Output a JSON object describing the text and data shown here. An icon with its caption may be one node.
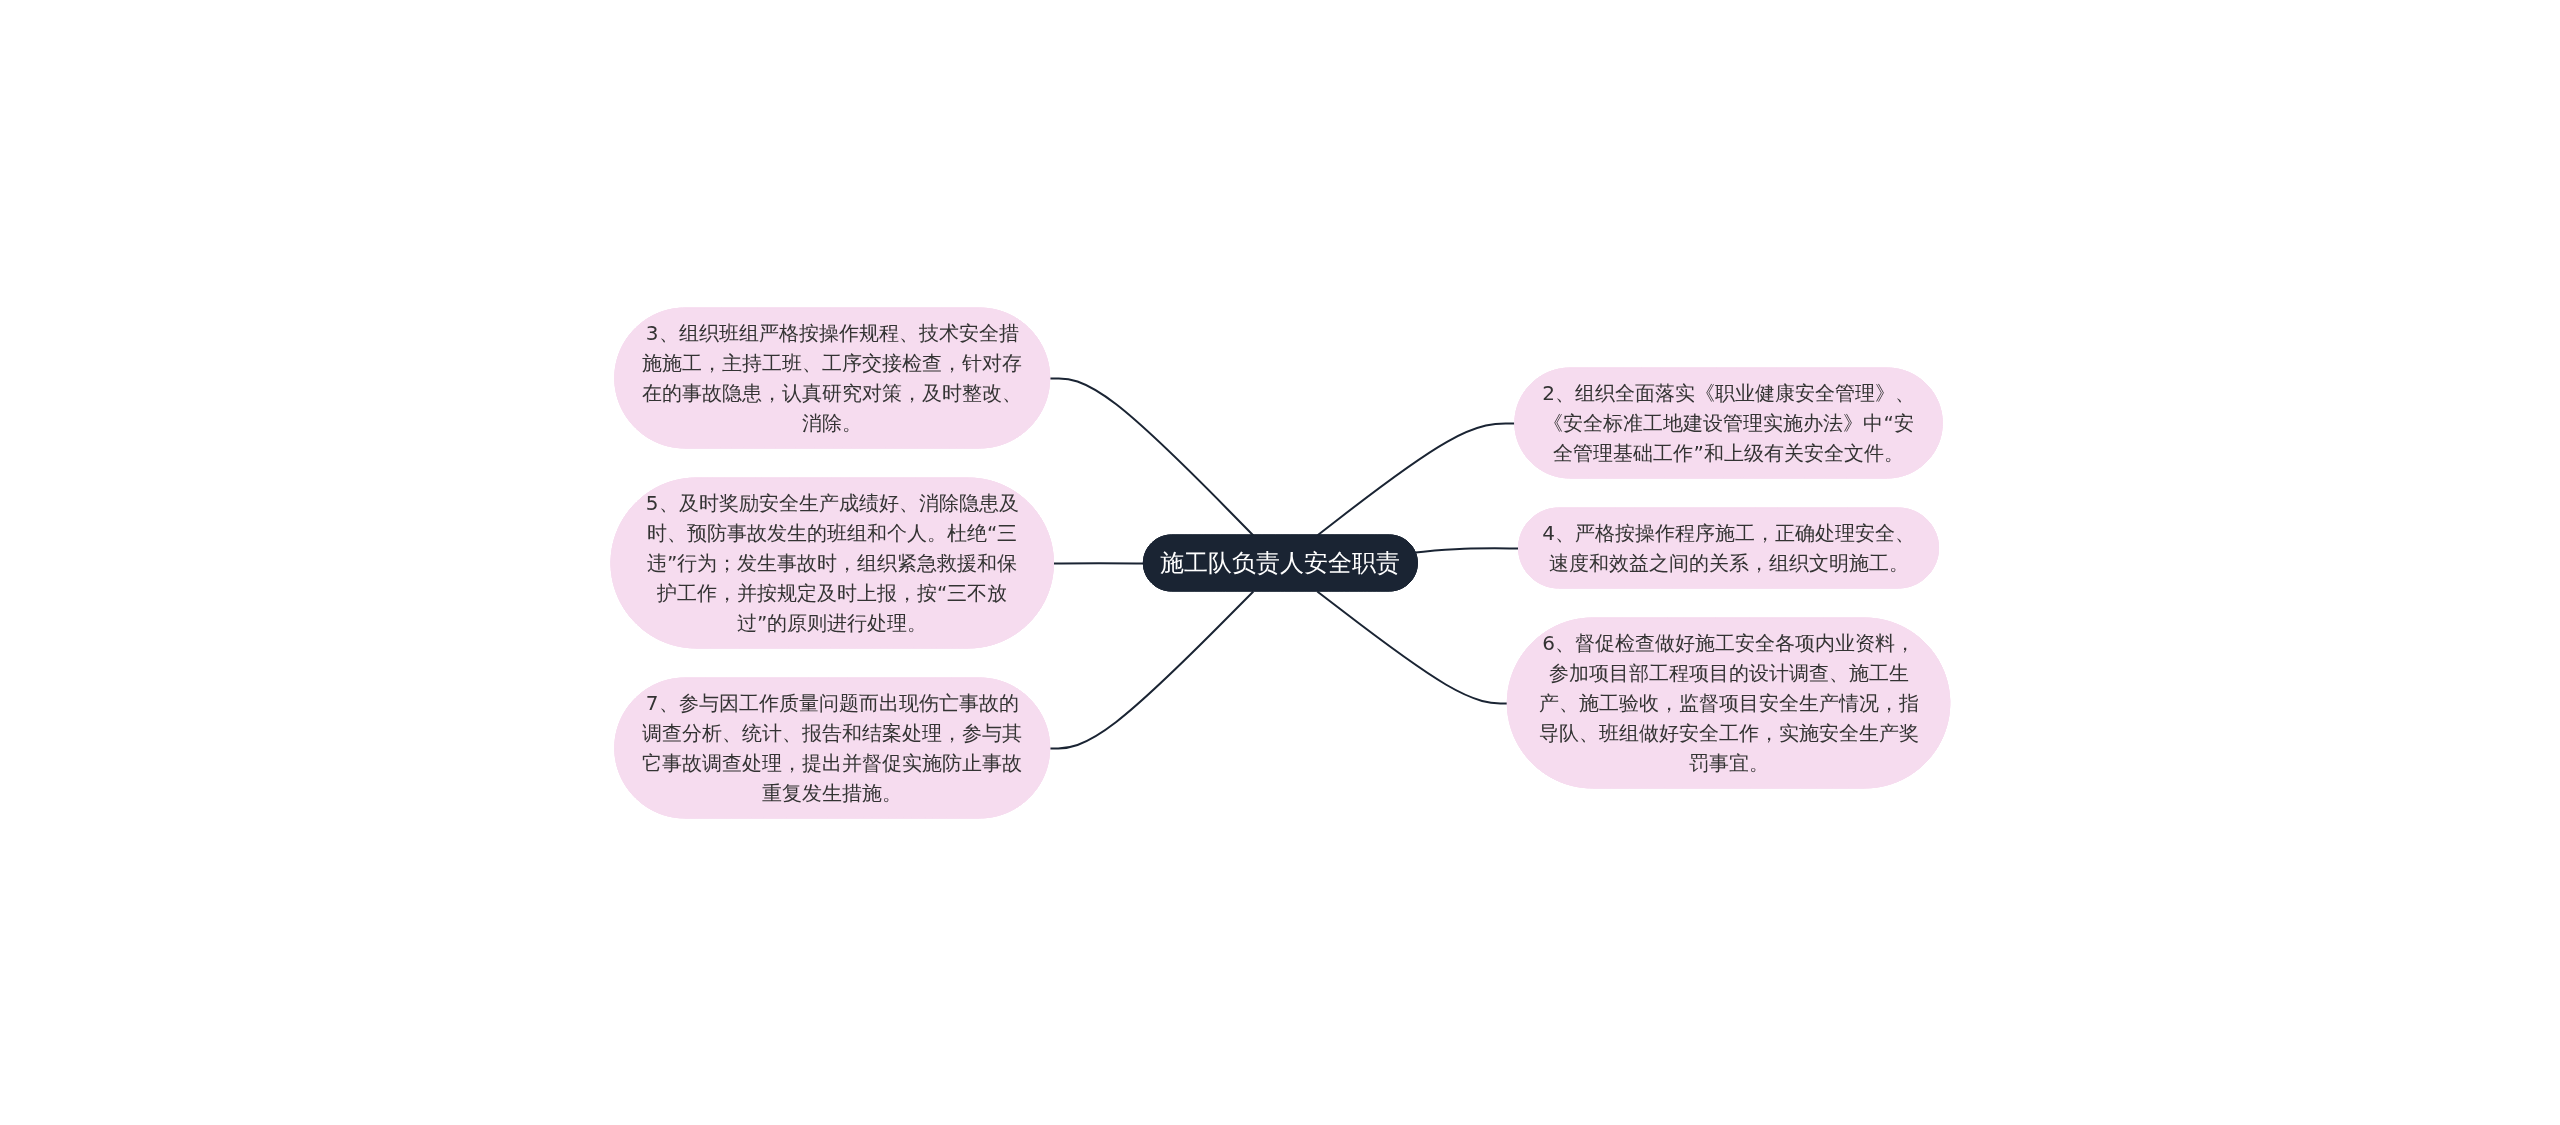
{
  "diagram": {
    "nodes": [
      {
        "text": [
          "施工队负责人安全职责"
        ]
      },
      {
        "text": [
          "3、组织班组严格按操作规程、技术安全措施施工，主持工班、工序交接检查，针对存在的事故隐患，认真研究对策，及时整改、消除。"
        ]
      },
      {
        "text": [
          "5、及时奖励安全生产成绩好、消除隐患及时、预防事故发生的班组和个人。杜绝“三违”行为；发生事故时，组织紧急救援和保护工作，并按规定及时上报，按“三不放过”的原则进行处理。"
        ]
      },
      {
        "text": [
          "7、参与因工作质量问题而出现伤亡事故的调查分析、统计、报告和结案处理，参与其它事故调查处理，提出并督促实施防止事故重复发生措施。"
        ]
      },
      {
        "text": [
          "2、组织全面落实《职业健康安全管理》、《安全标准工地建设管理实施办法》中“安全管理基础工作”和上级有关安全文件。"
        ]
      },
      {
        "text": [
          "4、严格按操作程序施工，正确处理安全、速度和效益之间的关系，组织文明施工。"
        ]
      },
      {
        "text": [
          "6、督促检查做好施工安全各项内业资料，参加项目部工程项目的设计调查、施工生产、施工验收，监督项目安全生产情况，指导队、班组做好安全工作，实施安全生产奖罚事宜。"
        ]
      }
    ],
    "edges": [
      {
        "from": 0,
        "to": 1,
        "arrow": "none"
      },
      {
        "from": 0,
        "to": 2,
        "arrow": "none"
      },
      {
        "from": 0,
        "to": 3,
        "arrow": "none"
      },
      {
        "from": 0,
        "to": 4,
        "arrow": "none"
      },
      {
        "from": 0,
        "to": 5,
        "arrow": "none"
      },
      {
        "from": 0,
        "to": 6,
        "arrow": "none"
      }
    ]
  }
}
